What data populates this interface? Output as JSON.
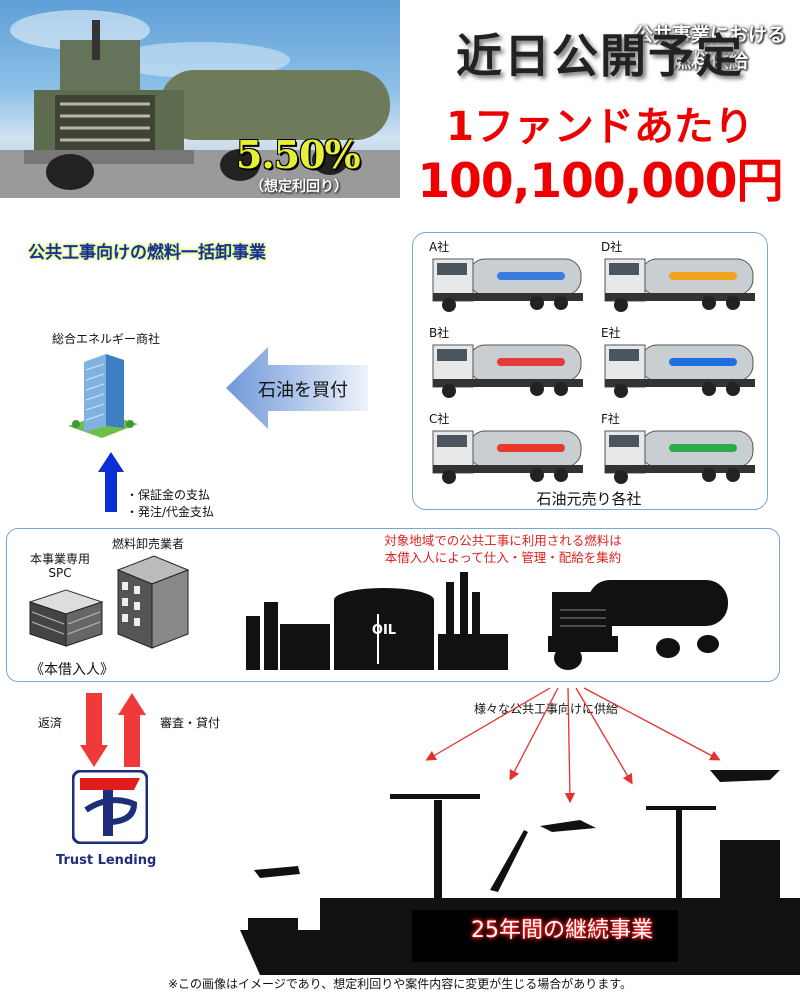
{
  "hero": {
    "caption_line1": "公共事業における",
    "caption_line2": "燃料供給",
    "rate": "5.50%",
    "rate_note": "（想定利回り）"
  },
  "headline": {
    "coming_soon": "近日公開予定",
    "per_fund": "1ファンドあたり",
    "amount": "100,100,000円"
  },
  "business_title": "公共工事向けの燃料一括卸事業",
  "trucks": {
    "companies": [
      "A社",
      "D社",
      "B社",
      "E社",
      "C社",
      "F社"
    ],
    "stripe_colors": [
      "#3a7de0",
      "#f2a31b",
      "#e23b3b",
      "#1f6fe0",
      "#e53a2a",
      "#2faa4a"
    ],
    "footer": "石油元売り各社"
  },
  "trading_company": "総合エネルギー商社",
  "buy_label": "石油を買付",
  "payments": [
    "・保証金の支払",
    "・発注/代金支払"
  ],
  "box": {
    "spc_line1": "本事業専用",
    "spc_line2": "SPC",
    "wholesaler": "燃料卸売業者",
    "borrower": "《本借入人》",
    "note_line1": "対象地域での公共工事に利用される燃料は",
    "note_line2": "本借入人によって仕入・管理・配給を集約",
    "tank_text": "OIL"
  },
  "repay_label": "返済",
  "loan_label": "審査・貸付",
  "lender_name": "Trust Lending",
  "supply_label": "様々な公共工事向けに供給",
  "years_label": "25年間の継続事業",
  "disclaimer": "※この画像はイメージであり、想定利回りや案件内容に変更が生じる場合があります。",
  "colors": {
    "accent_red": "#e00000",
    "arrow_blue": "#0a2fd6",
    "box_border": "#7aa6d8"
  }
}
